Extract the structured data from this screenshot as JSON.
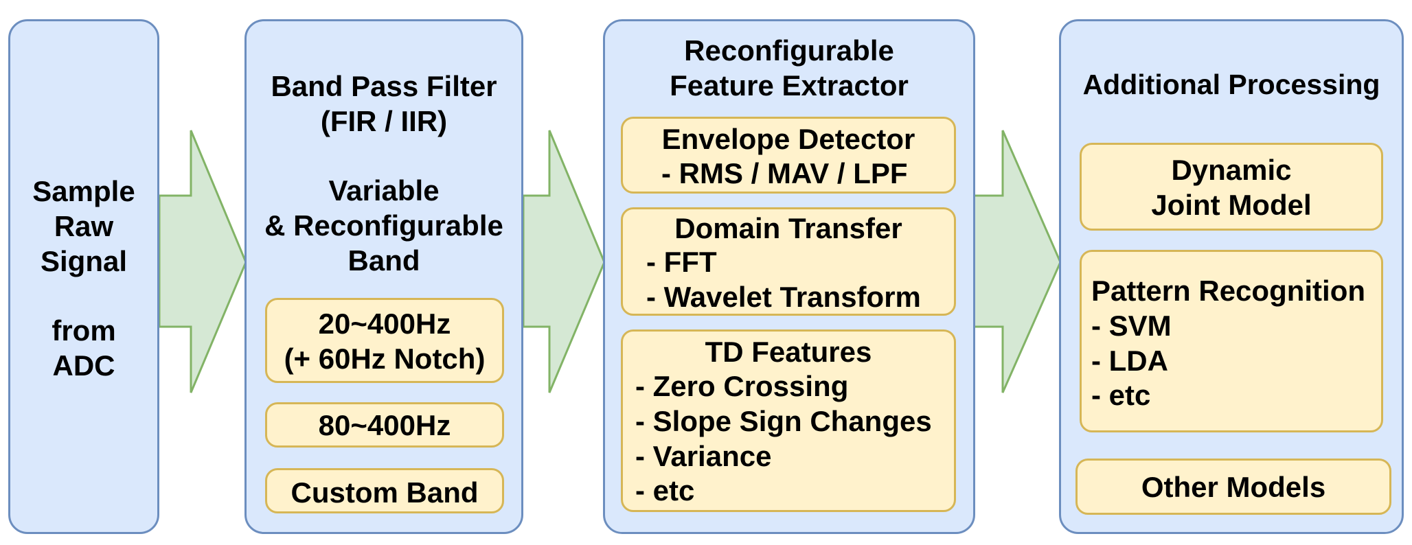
{
  "diagram": {
    "colors": {
      "panel_fill": "#dae8fc",
      "panel_stroke": "#6c8ebf",
      "box_fill": "#fff2cc",
      "box_stroke": "#d6b656",
      "arrow_fill": "#d5e8d4",
      "arrow_stroke": "#82b366"
    },
    "stage1": {
      "text": "Sample\nRaw\nSignal\n\nfrom\nADC"
    },
    "stage2": {
      "title": "Band Pass Filter\n(FIR / IIR)\n\nVariable\n& Reconfigurable\nBand",
      "boxes": [
        "20~400Hz\n(+ 60Hz Notch)",
        "80~400Hz",
        "Custom Band"
      ]
    },
    "stage3": {
      "title": "Reconfigurable\nFeature Extractor",
      "envelope": {
        "title": "Envelope Detector",
        "body": "- RMS / MAV / LPF"
      },
      "domain": {
        "title": "Domain Transfer",
        "body": "- FFT\n- Wavelet Transform"
      },
      "td": {
        "title": "TD Features",
        "body": "- Zero Crossing\n- Slope Sign Changes\n- Variance\n- etc"
      }
    },
    "stage4": {
      "title": "Additional Processing",
      "boxes": {
        "dynamic": "Dynamic\nJoint Model",
        "pattern": "Pattern Recognition\n- SVM\n- LDA\n- etc",
        "other": "Other Models"
      }
    }
  }
}
